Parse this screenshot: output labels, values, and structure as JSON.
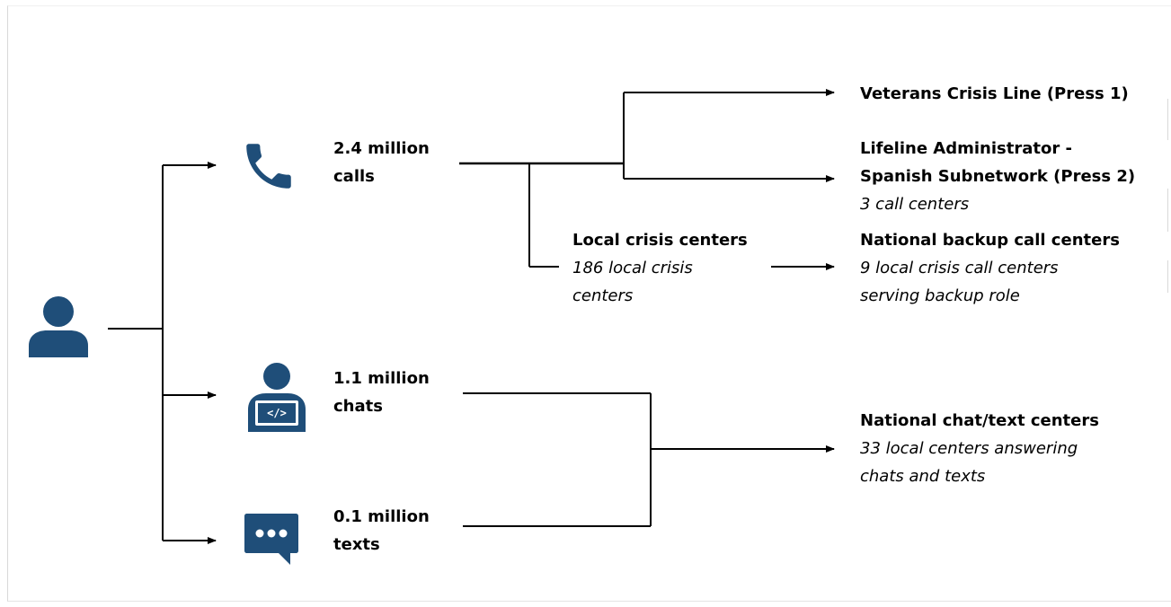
{
  "colors": {
    "icon_fill": "#1f4e79",
    "line": "#000000",
    "background": "#ffffff"
  },
  "icons": {
    "user": "person-icon",
    "calls": "phone-icon",
    "chats": "person-laptop-code-icon",
    "texts": "chat-bubble-icon",
    "laptop_glyph": "</>"
  },
  "channels": {
    "calls": {
      "line1": "2.4 million",
      "line2": "calls"
    },
    "chats": {
      "line1": "1.1 million",
      "line2": "chats"
    },
    "texts": {
      "line1": "0.1 million",
      "line2": "texts"
    }
  },
  "local_crisis": {
    "title": "Local crisis centers",
    "detail_line1": "186 local crisis",
    "detail_line2": "centers"
  },
  "destinations": {
    "veterans": {
      "title": "Veterans Crisis Line (Press 1)"
    },
    "spanish": {
      "title_line1": "Lifeline Administrator -",
      "title_line2": "Spanish Subnetwork (Press 2)",
      "detail": "3 call centers"
    },
    "backup": {
      "title": "National backup call centers",
      "detail_line1": "9 local crisis call centers",
      "detail_line2": "serving backup role"
    },
    "chat_text": {
      "title": "National chat/text centers",
      "detail_line1": "33 local centers answering",
      "detail_line2": "chats and texts"
    }
  }
}
